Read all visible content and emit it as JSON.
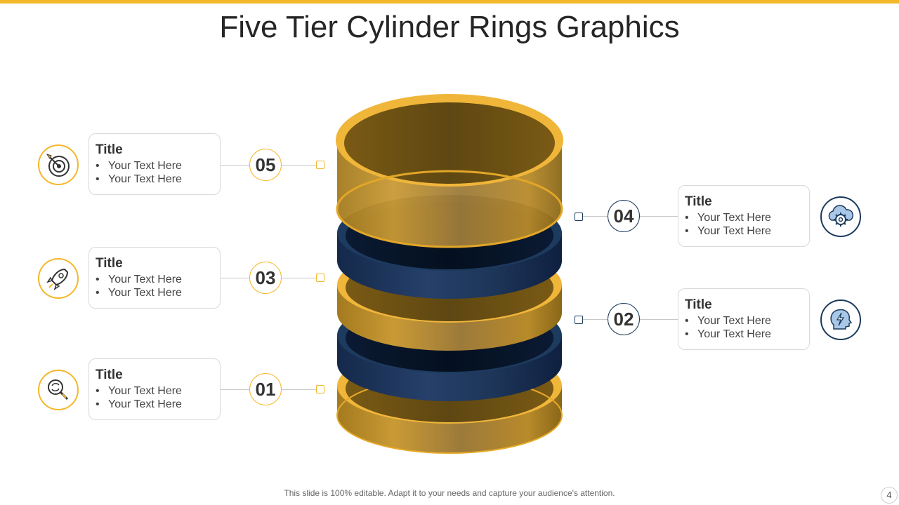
{
  "title": "Five Tier Cylinder Rings Graphics",
  "footer": "This slide is 100% editable. Adapt it to your needs and capture your audience's attention.",
  "page_number": "4",
  "colors": {
    "accent_gold": "#F5B72A",
    "accent_navy": "#1B3A5C",
    "ring_gold": "#E5AE30",
    "ring_navy": "#1D3A5F"
  },
  "items": [
    {
      "number": "05",
      "title": "Title",
      "bullets": [
        "Your Text Here",
        "Your Text Here"
      ],
      "icon": "target-dart-icon",
      "color": "gold"
    },
    {
      "number": "03",
      "title": "Title",
      "bullets": [
        "Your Text Here",
        "Your Text Here"
      ],
      "icon": "rocket-icon",
      "color": "gold"
    },
    {
      "number": "01",
      "title": "Title",
      "bullets": [
        "Your Text Here",
        "Your Text Here"
      ],
      "icon": "magnifier-refresh-icon",
      "color": "gold"
    },
    {
      "number": "04",
      "title": "Title",
      "bullets": [
        "Your Text Here",
        "Your Text Here"
      ],
      "icon": "cloud-gear-icon",
      "color": "navy"
    },
    {
      "number": "02",
      "title": "Title",
      "bullets": [
        "Your Text Here",
        "Your Text Here"
      ],
      "icon": "head-lightning-icon",
      "color": "navy"
    }
  ],
  "bullet_glyph": "•"
}
